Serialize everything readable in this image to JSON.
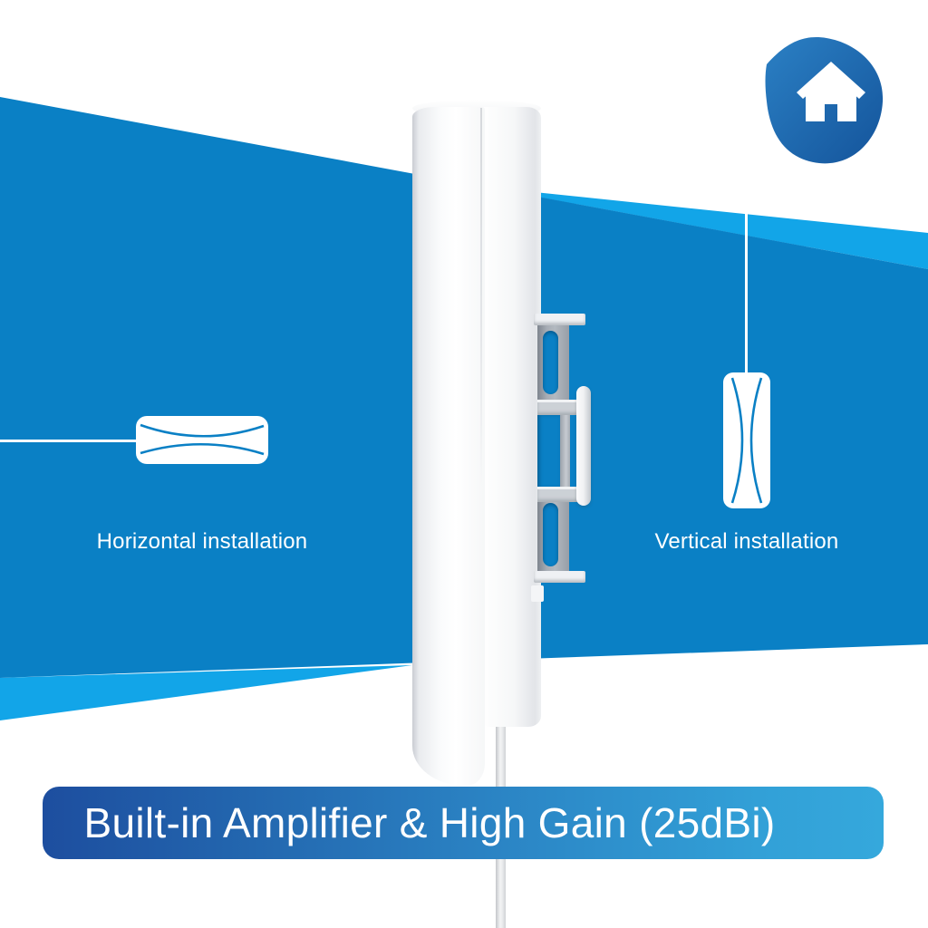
{
  "colors": {
    "panel_blue": "#0A80C5",
    "accent_light_blue": "#12A5E8",
    "banner_gradient_left": "#1D4E9F",
    "banner_gradient_right": "#35A8DC",
    "badge_blue_light": "#2B80C4",
    "badge_blue_dark": "#14549B",
    "white": "#FFFFFF"
  },
  "installation": {
    "horizontal": {
      "label": "Horizontal installation",
      "icon": "horizontal-device-icon"
    },
    "vertical": {
      "label": "Vertical installation",
      "icon": "vertical-device-icon"
    }
  },
  "banner": {
    "text": "Built-in Amplifier & High Gain (25dBi)"
  },
  "badge": {
    "icon": "home-icon"
  }
}
